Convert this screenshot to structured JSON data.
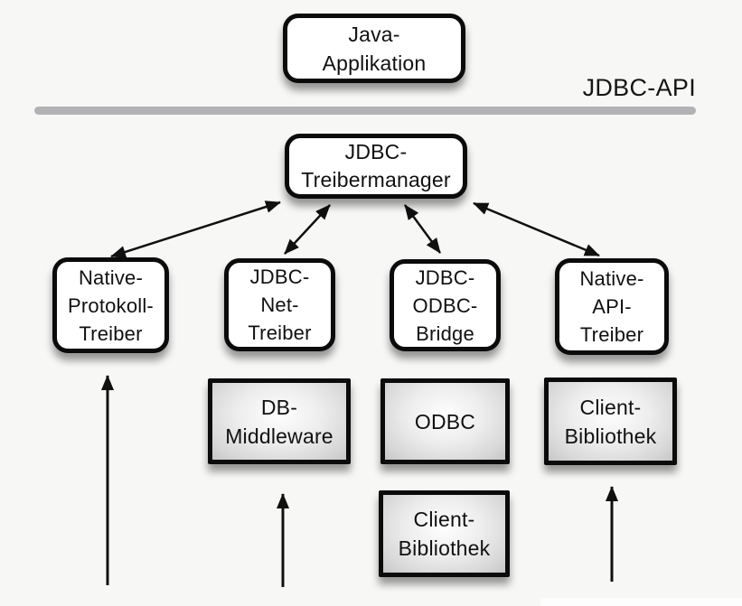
{
  "api_label": "JDBC-API",
  "nodes": {
    "java_application": {
      "lines": [
        "Java-",
        "Applikation"
      ]
    },
    "jdbc_treibermanager": {
      "lines": [
        "JDBC-",
        "Treibermanager"
      ]
    },
    "native_protokoll_treiber": {
      "lines": [
        "Native-",
        "Protokoll-",
        "Treiber"
      ]
    },
    "jdbc_net_treiber": {
      "lines": [
        "JDBC-",
        "Net-",
        "Treiber"
      ]
    },
    "jdbc_odbc_bridge": {
      "lines": [
        "JDBC-",
        "ODBC-",
        "Bridge"
      ]
    },
    "native_api_treiber": {
      "lines": [
        "Native-",
        "API-",
        "Treiber"
      ]
    },
    "db_middleware": {
      "lines": [
        "DB-",
        "Middleware"
      ]
    },
    "odbc": {
      "lines": [
        "ODBC"
      ]
    },
    "client_bibliothek_right": {
      "lines": [
        "Client-",
        "Bibliothek"
      ]
    },
    "client_bibliothek_bottom": {
      "lines": [
        "Client-",
        "Bibliothek"
      ]
    }
  },
  "colors": {
    "background": "#f7f7f6",
    "box_border": "#0b0b0b",
    "box_fill_white": "#ffffff",
    "box_fill_gray_edge": "#c6c6c6",
    "separator_line": "#b2b2b5",
    "text": "#111111",
    "arrow": "#101010"
  }
}
